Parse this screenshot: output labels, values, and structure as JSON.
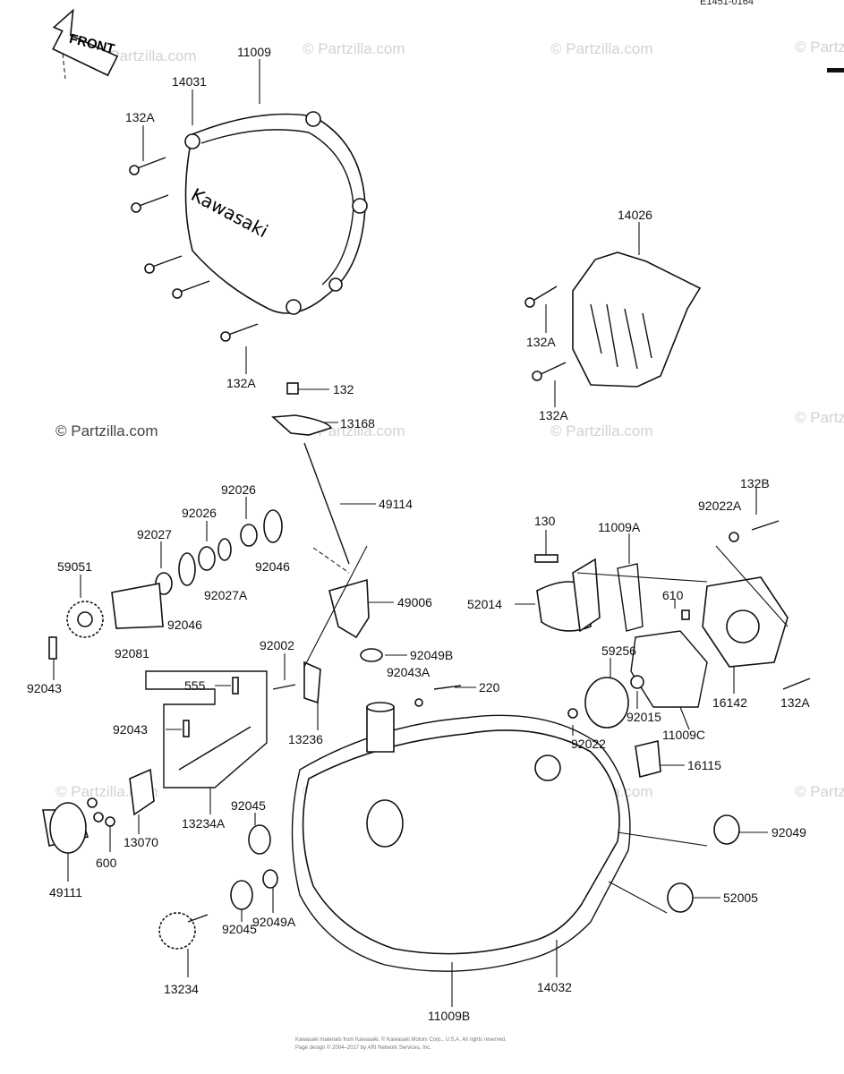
{
  "ref_code": "E1451-0164",
  "front_label": "FRONT",
  "cover_brand": "Kawasaki",
  "watermark": "© Partzilla.com",
  "footer_lines": [
    "Kawasaki materials from Kawasaki. © Kawasaki Motors Corp., U.S.A. All rights reserved.",
    "Page design © 2004–2017 by ARI Network Services, Inc."
  ],
  "labels": [
    {
      "id": "l-11009",
      "text": "11009"
    },
    {
      "id": "l-14031",
      "text": "14031"
    },
    {
      "id": "l-132A-1",
      "text": "132A"
    },
    {
      "id": "l-132A-2",
      "text": "132A"
    },
    {
      "id": "l-14026",
      "text": "14026"
    },
    {
      "id": "l-132A-3",
      "text": "132A"
    },
    {
      "id": "l-132A-4",
      "text": "132A"
    },
    {
      "id": "l-132",
      "text": "132"
    },
    {
      "id": "l-13168",
      "text": "13168"
    },
    {
      "id": "l-49114",
      "text": "49114"
    },
    {
      "id": "l-92026-1",
      "text": "92026"
    },
    {
      "id": "l-92026-2",
      "text": "92026"
    },
    {
      "id": "l-92027",
      "text": "92027"
    },
    {
      "id": "l-92046-1",
      "text": "92046"
    },
    {
      "id": "l-59051",
      "text": "59051"
    },
    {
      "id": "l-92027A",
      "text": "92027A"
    },
    {
      "id": "l-92046-2",
      "text": "92046"
    },
    {
      "id": "l-92081",
      "text": "92081"
    },
    {
      "id": "l-49006",
      "text": "49006"
    },
    {
      "id": "l-92043-1",
      "text": "92043"
    },
    {
      "id": "l-92002",
      "text": "92002"
    },
    {
      "id": "l-92049B",
      "text": "92049B"
    },
    {
      "id": "l-555",
      "text": "555"
    },
    {
      "id": "l-92043A",
      "text": "92043A"
    },
    {
      "id": "l-220",
      "text": "220"
    },
    {
      "id": "l-92043-2",
      "text": "92043"
    },
    {
      "id": "l-13236",
      "text": "13236"
    },
    {
      "id": "l-130",
      "text": "130"
    },
    {
      "id": "l-11009A",
      "text": "11009A"
    },
    {
      "id": "l-132B",
      "text": "132B"
    },
    {
      "id": "l-92022A",
      "text": "92022A"
    },
    {
      "id": "l-52014",
      "text": "52014"
    },
    {
      "id": "l-610",
      "text": "610"
    },
    {
      "id": "l-59256",
      "text": "59256"
    },
    {
      "id": "l-92015",
      "text": "92015"
    },
    {
      "id": "l-16142",
      "text": "16142"
    },
    {
      "id": "l-132A-5",
      "text": "132A"
    },
    {
      "id": "l-92022",
      "text": "92022"
    },
    {
      "id": "l-11009C",
      "text": "11009C"
    },
    {
      "id": "l-16115",
      "text": "16115"
    },
    {
      "id": "l-13070",
      "text": "13070"
    },
    {
      "id": "l-13234A",
      "text": "13234A"
    },
    {
      "id": "l-92045-1",
      "text": "92045"
    },
    {
      "id": "l-600",
      "text": "600"
    },
    {
      "id": "l-49111",
      "text": "49111"
    },
    {
      "id": "l-92049",
      "text": "92049"
    },
    {
      "id": "l-92049A",
      "text": "92049A"
    },
    {
      "id": "l-52005",
      "text": "52005"
    },
    {
      "id": "l-92045-2",
      "text": "92045"
    },
    {
      "id": "l-13234",
      "text": "13234"
    },
    {
      "id": "l-14032",
      "text": "14032"
    },
    {
      "id": "l-11009B",
      "text": "11009B"
    }
  ]
}
